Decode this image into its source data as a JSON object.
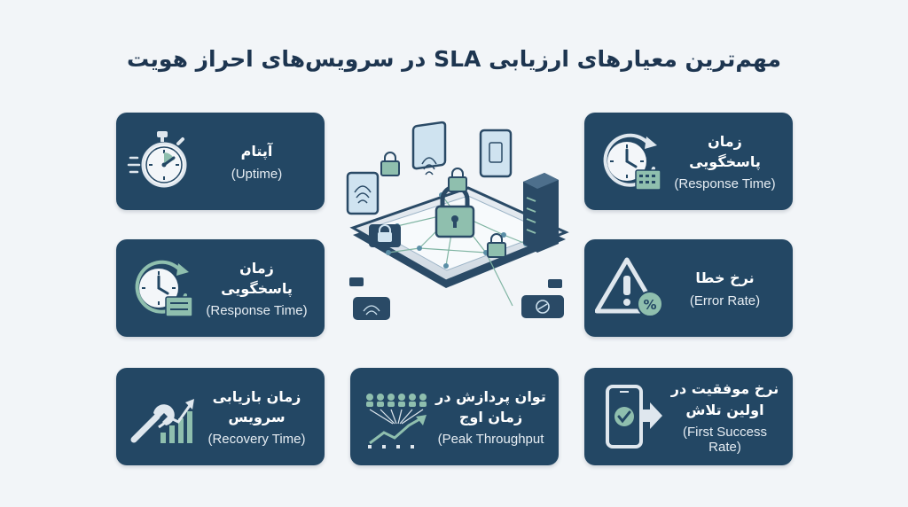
{
  "title": "مهم‌ترین معیارهای ارزیابی SLA در سرویس‌های احراز هویت",
  "cards": [
    {
      "fa": "آپتام",
      "en": "(Uptime)",
      "icon": "stopwatch-icon"
    },
    {
      "fa": "زمان پاسخگویی",
      "en": "(Response Time)",
      "icon": "clock-server-icon"
    },
    {
      "fa": "زمان پاسخگویی",
      "en": "(Response Time)",
      "icon": "clock-server-icon"
    },
    {
      "fa": "نرخ خطا",
      "en": "(Error Rate)",
      "icon": "warning-percent-icon"
    },
    {
      "fa": "زمان بازیابی سرویس",
      "en": "(Recovery Time)",
      "icon": "wrench-chart-icon"
    },
    {
      "fa": "توان پردازش در زمان اوج",
      "en": "(Peak Throughput",
      "icon": "people-trend-icon"
    },
    {
      "fa": "نرخ موفقیت در اولین تلاش",
      "en": "(First Success Rate)",
      "icon": "phone-check-icon"
    }
  ],
  "colors": {
    "card": "#234764",
    "accent": "#8fbfae",
    "background": "#f2f5f8",
    "title": "#1d3550"
  }
}
